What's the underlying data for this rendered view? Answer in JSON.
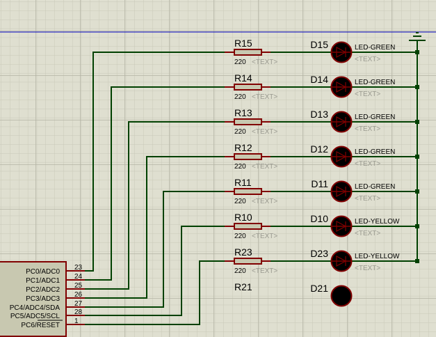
{
  "colors": {
    "background": "#dfdfd0",
    "grid_minor": "#c8c8b8",
    "grid_major": "#b4b4a4",
    "wire": "#004000",
    "component": "#800000",
    "resistor_fill": "#c8c8b0",
    "led_fill": "#000000",
    "origin_line": "#0000c0",
    "chip_fill": "#c8c8b0"
  },
  "placeholder_text": "<TEXT>",
  "resistor_value": "220",
  "rows": [
    {
      "resistor": "R15",
      "led": "D15",
      "led_type": "LED-GREEN",
      "pin": "23",
      "port": "PC0/ADC0"
    },
    {
      "resistor": "R14",
      "led": "D14",
      "led_type": "LED-GREEN",
      "pin": "24",
      "port": "PC1/ADC1"
    },
    {
      "resistor": "R13",
      "led": "D13",
      "led_type": "LED-GREEN",
      "pin": "25",
      "port": "PC2/ADC2"
    },
    {
      "resistor": "R12",
      "led": "D12",
      "led_type": "LED-GREEN",
      "pin": "26",
      "port": "PC3/ADC3"
    },
    {
      "resistor": "R11",
      "led": "D11",
      "led_type": "LED-GREEN",
      "pin": "27",
      "port": "PC4/ADC4/SDA"
    },
    {
      "resistor": "R10",
      "led": "D10",
      "led_type": "LED-YELLOW",
      "pin": "28",
      "port": "PC5/ADC5/SCL"
    },
    {
      "resistor": "R23",
      "led": "D23",
      "led_type": "LED-YELLOW",
      "pin": "1",
      "port": "PC6/RESET"
    }
  ],
  "partial_row": {
    "resistor": "R21",
    "led": "D21"
  }
}
